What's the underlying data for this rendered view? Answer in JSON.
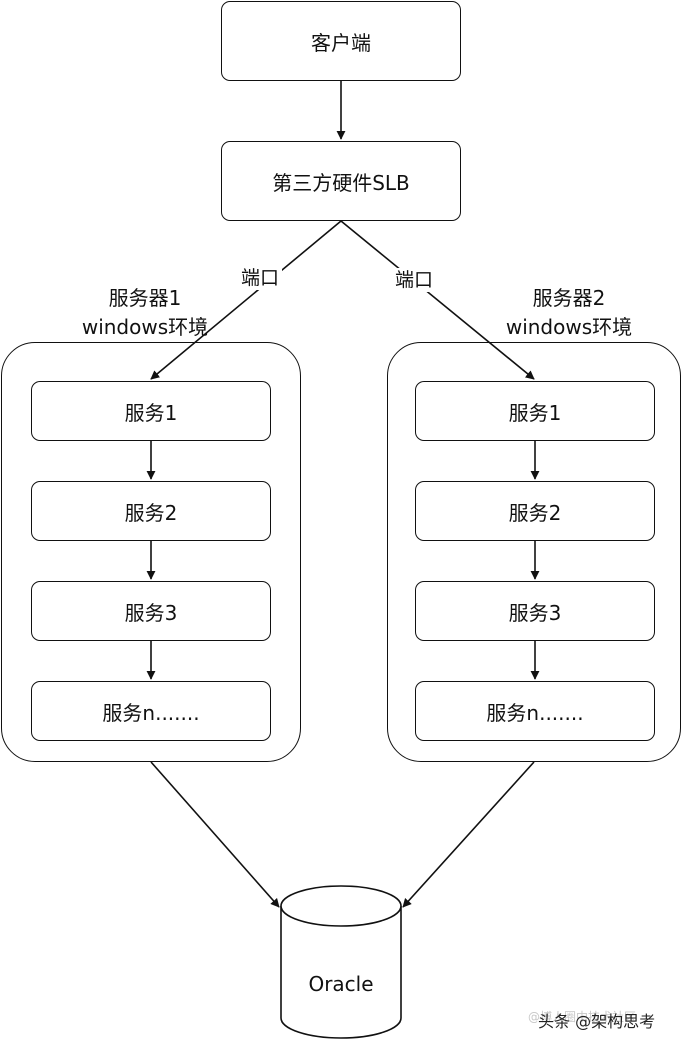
{
  "client": "客户端",
  "slb": "第三方硬件SLB",
  "port_left": "端口",
  "port_right": "端口",
  "server1": {
    "name": "服务器1",
    "env": "windows环境",
    "services": [
      "服务1",
      "服务2",
      "服务3",
      "服务n......."
    ]
  },
  "server2": {
    "name": "服务器2",
    "env": "windows环境",
    "services": [
      "服务1",
      "服务2",
      "服务3",
      "服务n......."
    ]
  },
  "database": "Oracle",
  "watermark": "头条 @架构思考",
  "watermark_faint": "@博人圈中技术社区"
}
